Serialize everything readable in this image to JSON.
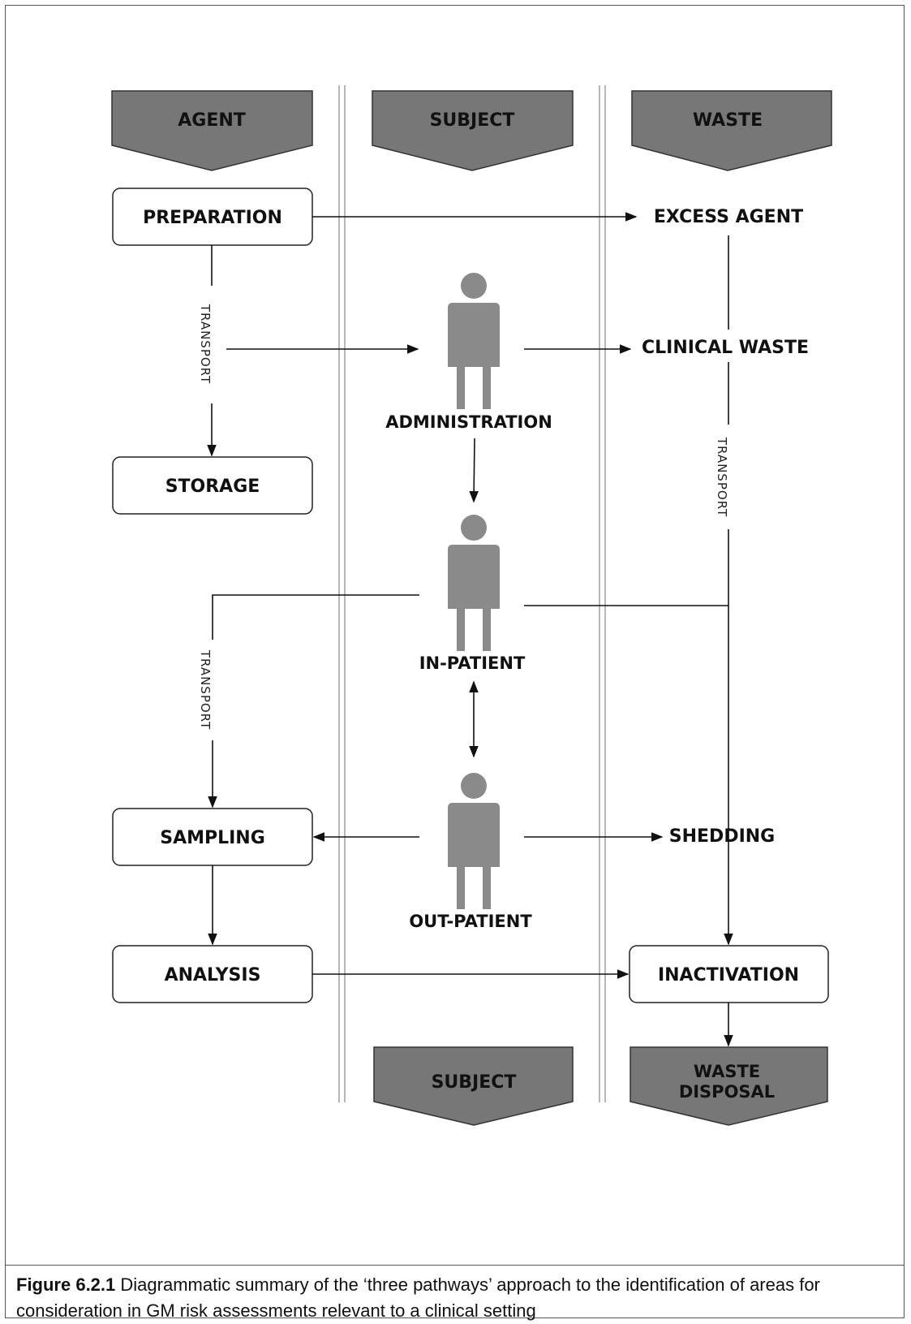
{
  "headers": {
    "agent": "AGENT",
    "subject": "SUBJECT",
    "waste": "WASTE",
    "subject_bottom": "SUBJECT",
    "waste_disposal_line1": "WASTE",
    "waste_disposal_line2": "DISPOSAL"
  },
  "nodes": {
    "preparation": "PREPARATION",
    "storage": "STORAGE",
    "sampling": "SAMPLING",
    "analysis": "ANALYSIS",
    "inactivation": "INACTIVATION",
    "excess_agent": "EXCESS AGENT",
    "clinical_waste": "CLINICAL WASTE",
    "shedding": "SHEDDING",
    "administration": "ADMINISTRATION",
    "in_patient": "IN-PATIENT",
    "out_patient": "OUT-PATIENT"
  },
  "edge_labels": {
    "transport_agent_top": "TRANSPORT",
    "transport_agent_bottom": "TRANSPORT",
    "transport_waste": "TRANSPORT"
  },
  "caption": {
    "label": "Figure 6.2.1",
    "text": " Diagrammatic summary of the ‘three pathways’ approach to the identification of areas for consideration in GM risk assessments relevant to a clinical setting"
  }
}
